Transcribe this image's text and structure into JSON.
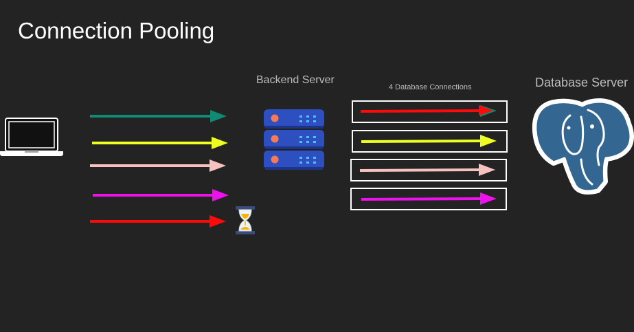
{
  "title": "Connection Pooling",
  "labels": {
    "backend_server": "Backend Server",
    "connections": "4 Database Connections",
    "database_server": "Database Server"
  },
  "icons": {
    "client": "laptop-icon",
    "backend": "server-rack-icon",
    "waiting": "hourglass-icon",
    "database": "postgresql-elephant-icon"
  },
  "colors": {
    "background": "#232323",
    "request_1": "#0f8a73",
    "request_2": "#eeff22",
    "request_3": "#f5c2c0",
    "request_4": "#ee11ee",
    "request_5": "#ff0a0a",
    "server_blue": "#2d4fc0",
    "postgres_blue": "#336791"
  }
}
